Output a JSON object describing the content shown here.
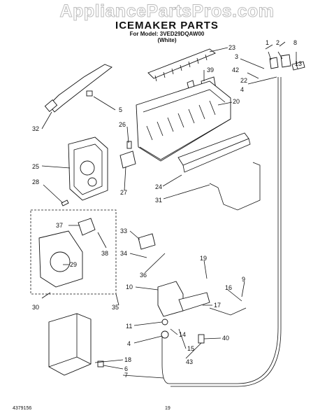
{
  "watermark": "AppliancePartsPros.com",
  "title": "ICEMAKER PARTS",
  "model_line": "For Model: 3VED29DQAW00",
  "color_line": "(White)",
  "footer_left": "4379156",
  "footer_page": "19",
  "callouts": [
    "1",
    "2",
    "8",
    "3",
    "13",
    "42",
    "22",
    "4",
    "23",
    "39",
    "20",
    "5",
    "32",
    "26",
    "25",
    "28",
    "27",
    "24",
    "31",
    "37",
    "38",
    "29",
    "33",
    "34",
    "36",
    "30",
    "35",
    "19",
    "10",
    "9",
    "16",
    "17",
    "11",
    "14",
    "4",
    "15",
    "40",
    "43",
    "18",
    "6",
    "7"
  ]
}
